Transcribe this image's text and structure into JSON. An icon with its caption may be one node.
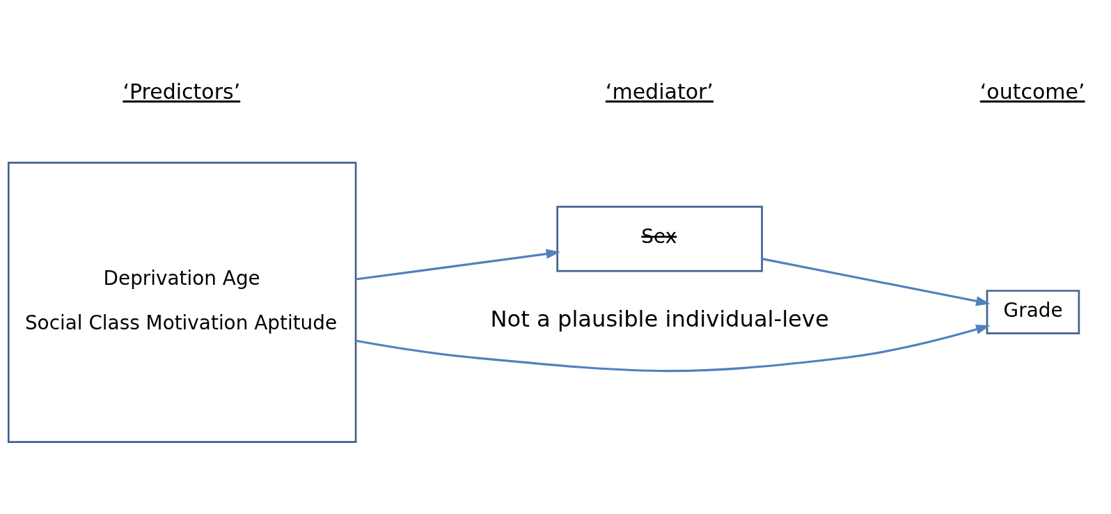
{
  "diagram": {
    "nodes": [
      {
        "text": [
          "Deprivation Age",
          "Social Class Motivation Aptitude"
        ]
      },
      {
        "text": [
          "Sex"
        ]
      },
      {
        "text": [
          "Grade"
        ]
      }
    ],
    "edges": [
      {
        "from": 0,
        "to": 1,
        "arrow": "to"
      },
      {
        "from": 1,
        "to": 2,
        "arrow": "to"
      },
      {
        "from": 0,
        "to": 2,
        "arrow": "to"
      }
    ],
    "labels": [
      "‘Predictors’",
      "‘mediator’",
      "‘outcome’",
      "Not a plausible individual-leve"
    ]
  }
}
